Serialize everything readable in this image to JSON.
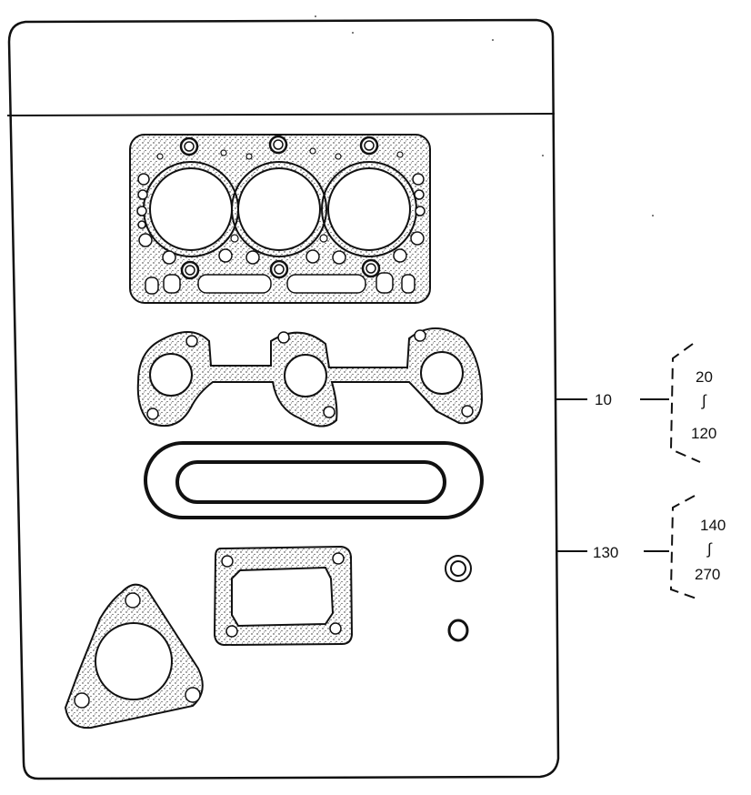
{
  "labels": {
    "kit_ref": "10",
    "kit_range_start": "20",
    "kit_range_end": "120",
    "kit_range_sep": "∫",
    "pack_ref": "130",
    "pack_range_start": "140",
    "pack_range_end": "270",
    "pack_range_sep": "∫"
  },
  "colors": {
    "ink": "#111111",
    "paper": "#ffffff",
    "stipple": "#d8d8d8"
  },
  "parts": [
    "cylinder-head-gasket",
    "manifold-gasket",
    "rocker-cover-seal",
    "rectangular-flange-gasket",
    "triangular-flange-gasket",
    "small-washer",
    "o-ring"
  ]
}
